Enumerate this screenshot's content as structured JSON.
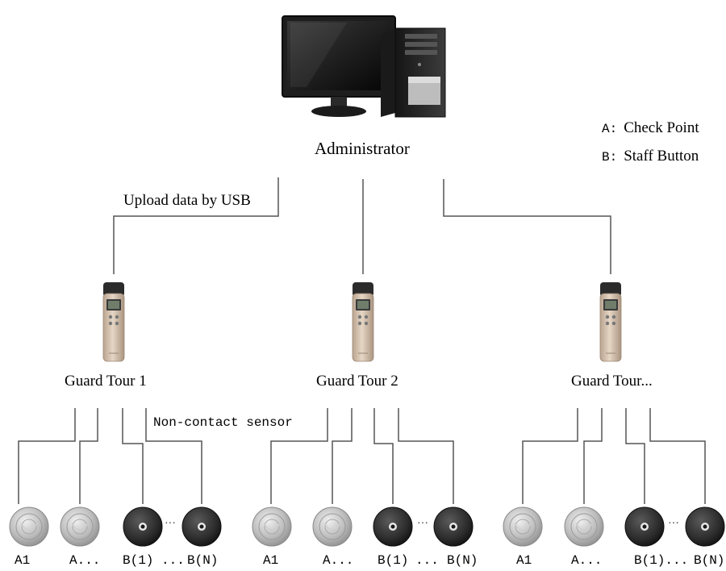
{
  "administrator": {
    "label": "Administrator"
  },
  "legend": {
    "a_key": "A:",
    "a_text": "Check Point",
    "b_key": "B:",
    "b_text": "Staff Button"
  },
  "upload_label": "Upload data by USB",
  "sensor_label": "Non-contact sensor",
  "groups": [
    {
      "title": "Guard Tour 1",
      "tags": [
        "A1",
        "A...",
        "B(1)",
        "...",
        "B(N)"
      ]
    },
    {
      "title": "Guard Tour 2",
      "tags": [
        "A1",
        "A...",
        "B(1)",
        "...",
        "B(N)"
      ]
    },
    {
      "title": "Guard Tour...",
      "tags": [
        "A1",
        "A...",
        "B(1)...",
        "B(N)"
      ]
    }
  ],
  "dots": "···",
  "colors": {
    "line": "#555555",
    "check_point_tag": "#b9b9b9",
    "staff_button_tag": "#2f2f2f",
    "reader_body": "#d6c4b2",
    "monitor": "#1a1a1a",
    "tower": "#2b2b2b"
  }
}
